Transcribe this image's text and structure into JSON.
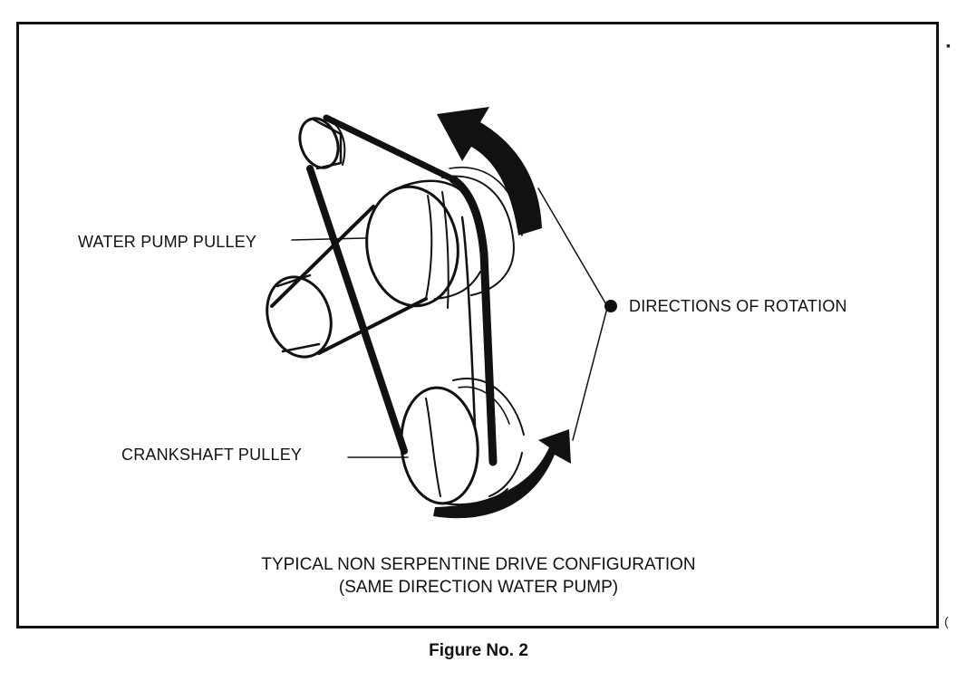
{
  "labels": {
    "water_pump_pulley": "WATER PUMP PULLEY",
    "crankshaft_pulley": "CRANKSHAFT PULLEY",
    "directions_of_rotation": "DIRECTIONS OF ROTATION"
  },
  "caption": {
    "line1": "TYPICAL NON SERPENTINE DRIVE CONFIGURATION",
    "line2": "(SAME DIRECTION WATER PUMP)"
  },
  "figure_label": "Figure No. 2",
  "colors": {
    "ink": "#111111",
    "paper": "#ffffff"
  }
}
